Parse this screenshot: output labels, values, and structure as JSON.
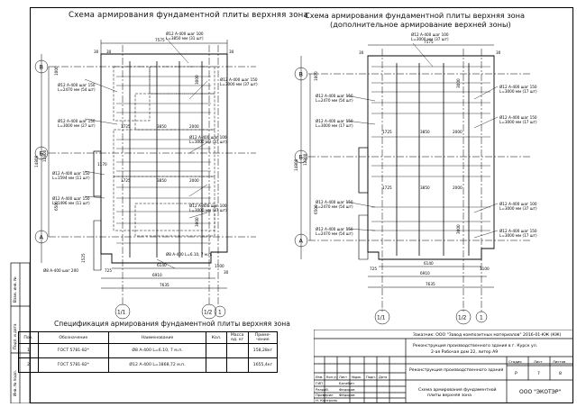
{
  "left_drawing": {
    "title": "Схема армирования фундаментной плиты верхняя зона",
    "axes": {
      "v": "В",
      "b": "Б",
      "a": "А",
      "one": "1/1",
      "two": "1/2",
      "three": "1"
    },
    "dims_top": {
      "total": "7575",
      "left": "30",
      "right": "30",
      "d1": "30"
    },
    "dims_bottom": {
      "d6140": "6140",
      "d6910": "6910",
      "d7635": "7635",
      "d725": "725",
      "d1100": "1100",
      "d30": "30"
    },
    "dims_left": {
      "d14800": "14800",
      "d12800": "12800",
      "d1000": "1000",
      "d6500": "6500",
      "d1525": "1525"
    },
    "dims_inner": {
      "d3000": "3000",
      "d1725": "1725",
      "d3850": "3850",
      "d2000": "2000",
      "d1170": "1170"
    },
    "labels": [
      "Ø12 А-400 шаг 100",
      "L=3000 мм (37 шт)",
      "Ø12 А-400 шаг 150",
      "L=3850 мм (31 шт)",
      "L=2470 мм (54 шт)",
      "L=3000 мм (27 шт)",
      "L=1594 мм (11 шт)",
      "L=1496 мм (11 шт)",
      "Ø8 А-400 шаг 200",
      "Ø8 А-400 L=6.10, 7 м.п."
    ]
  },
  "right_drawing": {
    "title_line1": "Схема армирования фундаментной плиты верхняя зона",
    "title_line2": "(дополнительное армирование верхней зоны)",
    "axes": {
      "v": "В",
      "b": "Б",
      "a": "А",
      "one": "1/1",
      "two": "1/2",
      "three": "1"
    },
    "dims_top": {
      "total": "7575",
      "left": "30",
      "right": "30"
    },
    "dims_bottom": {
      "d6140": "6140",
      "d6910": "6910",
      "d7635": "7635",
      "d725": "725",
      "d1100": "1100"
    },
    "dims_left": {
      "d14800": "14800",
      "d12800": "12800",
      "d1000": "1000",
      "d6500": "6500"
    },
    "dims_inner": {
      "d3000": "3000",
      "d1725": "1725",
      "d3850": "3850",
      "d2000": "2000"
    },
    "labels": [
      "Ø12 А-400 шаг 100",
      "L=3000 мм (37 шт)",
      "Ø12 А-400 шаг 150",
      "L=2470 мм (54 шт)",
      "L=3000 мм (17 шт)"
    ]
  },
  "spec": {
    "title": "Спецификация армирования фундаментной плиты верхняя зона",
    "headers": [
      "Поз.",
      "Обозначение",
      "Наименование",
      "Кол.",
      "Масса ед. кг",
      "Приме- чание"
    ],
    "rows": [
      [
        "1",
        "ГОСТ 5781-82*",
        "Ø8 А-400 L=6.10, 7 м.п.",
        "",
        "",
        "158,28кг"
      ],
      [
        "2",
        "ГОСТ 5781-82*",
        "Ø12 А-400 L=1868,72 м.п.",
        "",
        "",
        "1655,4кг"
      ]
    ]
  },
  "title_block": {
    "customer": "Заказчик: ООО \"Завод композитных материалов\"",
    "code": "2016-01-КЖ (КЖ)",
    "project_line1": "Реконструкция производственного здания в г. Курск ул.",
    "project_line2": "2-ая Рабочая дом 22, литер А9",
    "stage_name": "Реконструкция производственного здания",
    "sheet_name_line1": "Схема армирования фундаментной",
    "sheet_name_line2": "плиты верхняя зона",
    "company": "ООО \"ЭКОТЭР\"",
    "stage": "Р",
    "sheet": "7",
    "sheets": "8",
    "col_headers": [
      "Изм.",
      "Кол.уч",
      "Лист",
      "№док",
      "Подп.",
      "Дата"
    ],
    "stage_headers": [
      "Стадия",
      "Лист",
      "Листов"
    ],
    "roles": [
      "ГИП",
      "Разраб.",
      "Проверил",
      "Н. Контроль"
    ],
    "names": [
      "Батабин",
      "Федоров",
      "Фёдоров",
      ""
    ]
  },
  "side_stamp": {
    "labels": [
      "Инв. № подл.",
      "Подп. и дата",
      "Взам. инв. №"
    ]
  }
}
